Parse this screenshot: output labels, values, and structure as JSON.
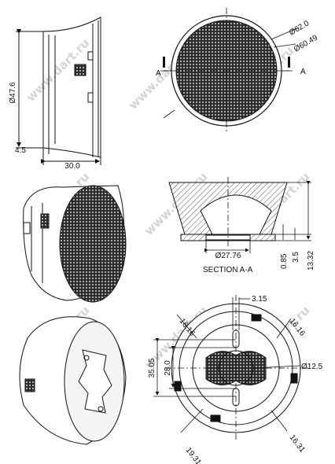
{
  "drawing": {
    "side_view": {
      "height_dim": "Ø47.6",
      "flange_dim": "4.5",
      "length_dim": "30.0"
    },
    "front_view": {
      "outer_diameter": "Ø62.0",
      "inner_diameter": "Ø60.49",
      "section_mark_left": "A",
      "section_mark_right": "A"
    },
    "section_view": {
      "bottom_diameter": "Ø27.76",
      "dim_a": "0.85",
      "dim_b": "3.5",
      "dim_c": "13.32",
      "caption": "SECTION A-A"
    },
    "bottom_view": {
      "slot_width": "3.15",
      "tab_left": "16.16",
      "tab_right": "16.16",
      "height_outer": "35.05",
      "height_inner": "28.0",
      "hole_diameter": "Ø12.5",
      "bottom_left": "19.31",
      "bottom_right": "16.31"
    },
    "watermark": "www.dart.ru"
  },
  "colors": {
    "line": "#111111",
    "hatch": "#555555",
    "watermark": "#d4d4d4"
  }
}
